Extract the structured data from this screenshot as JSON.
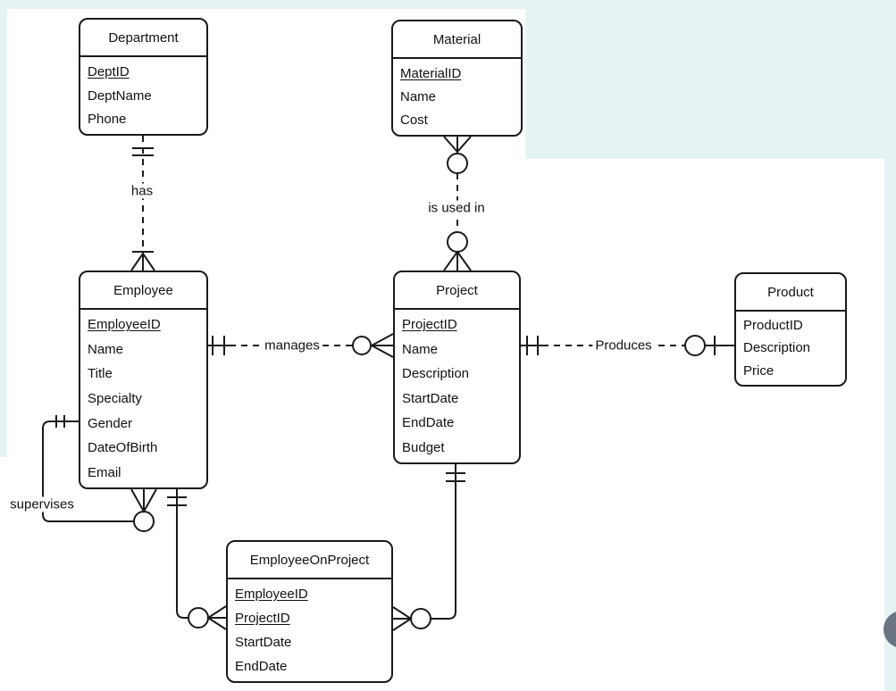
{
  "app": {
    "page_color": "#ffffff",
    "margin_color": "#e6f3f5",
    "line_color": "#1a1a1a",
    "scroll_indicator_color": "#6b7480"
  },
  "entities": [
    {
      "name": "Department",
      "attributes": [
        {
          "name": "DeptID",
          "key": true
        },
        {
          "name": "DeptName",
          "key": false
        },
        {
          "name": "Phone",
          "key": false
        }
      ]
    },
    {
      "name": "Material",
      "attributes": [
        {
          "name": "MaterialID",
          "key": true
        },
        {
          "name": "Name",
          "key": false
        },
        {
          "name": "Cost",
          "key": false
        }
      ]
    },
    {
      "name": "Employee",
      "attributes": [
        {
          "name": "EmployeeID",
          "key": true
        },
        {
          "name": "Name",
          "key": false
        },
        {
          "name": "Title",
          "key": false
        },
        {
          "name": "Specialty",
          "key": false
        },
        {
          "name": "Gender",
          "key": false
        },
        {
          "name": "DateOfBirth",
          "key": false
        },
        {
          "name": "Email",
          "key": false
        }
      ]
    },
    {
      "name": "Project",
      "attributes": [
        {
          "name": "ProjectID",
          "key": true
        },
        {
          "name": "Name",
          "key": false
        },
        {
          "name": "Description",
          "key": false
        },
        {
          "name": "StartDate",
          "key": false
        },
        {
          "name": "EndDate",
          "key": false
        },
        {
          "name": "Budget",
          "key": false
        }
      ]
    },
    {
      "name": "Product",
      "attributes": [
        {
          "name": "ProductID",
          "key": false
        },
        {
          "name": "Description",
          "key": false
        },
        {
          "name": "Price",
          "key": false
        }
      ]
    },
    {
      "name": "EmployeeOnProject",
      "attributes": [
        {
          "name": "EmployeeID",
          "key": true
        },
        {
          "name": "ProjectID",
          "key": true
        },
        {
          "name": "StartDate",
          "key": false
        },
        {
          "name": "EndDate",
          "key": false
        }
      ]
    }
  ],
  "relationships": [
    {
      "label": "has",
      "from": "Department",
      "to": "Employee",
      "from_cardinality": "one-and-only-one",
      "to_cardinality": "one-or-many",
      "line_style": "dashed"
    },
    {
      "label": "is used in",
      "from": "Material",
      "to": "Project",
      "from_cardinality": "zero-or-many",
      "to_cardinality": "zero-or-many",
      "line_style": "dashed"
    },
    {
      "label": "manages",
      "from": "Employee",
      "to": "Project",
      "from_cardinality": "one",
      "to_cardinality": "zero-or-many",
      "line_style": "dashed"
    },
    {
      "label": "Produces",
      "from": "Project",
      "to": "Product",
      "from_cardinality": "one",
      "to_cardinality": "zero-or-one",
      "line_style": "dashed"
    },
    {
      "label": "supervises",
      "from": "Employee",
      "to": "Employee",
      "from_cardinality": "one-and-only-one",
      "to_cardinality": "zero-or-many",
      "line_style": "solid"
    },
    {
      "label": "",
      "from": "Employee",
      "to": "EmployeeOnProject",
      "from_cardinality": "one-and-only-one",
      "to_cardinality": "zero-or-many",
      "line_style": "solid"
    },
    {
      "label": "",
      "from": "Project",
      "to": "EmployeeOnProject",
      "from_cardinality": "one-and-only-one",
      "to_cardinality": "zero-or-many",
      "line_style": "solid"
    }
  ]
}
